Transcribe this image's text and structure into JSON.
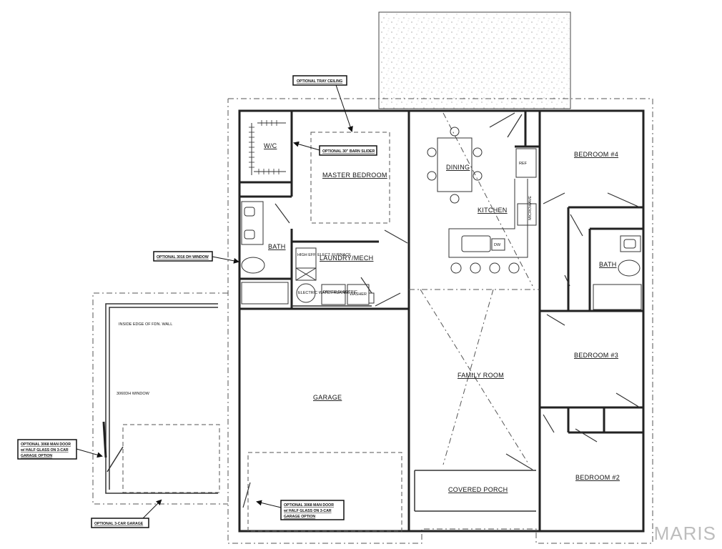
{
  "rooms": {
    "wic": "W/C",
    "master_bedroom": "MASTER BEDROOM",
    "bath_master": "BATH",
    "laundry": "LAUNDRY/MECH",
    "dining": "DINING",
    "kitchen": "KITCHEN",
    "bedroom4": "BEDROOM #4",
    "bath_hall": "BATH",
    "bedroom3": "BEDROOM #3",
    "family_room": "FAMILY ROOM",
    "garage": "GARAGE",
    "covered_porch": "COVERED PORCH",
    "bedroom2": "BEDROOM #2"
  },
  "fixtures": {
    "furnace": "HIGH EFF. ELECT. FURNACE",
    "water_heater": "ELECTRIC WATER HEATER",
    "dryer": "DRYER ELECTRIC",
    "washer": "WASHER",
    "ref": "REF",
    "dw": "DW",
    "microwave": "MICROWAVE",
    "edge_of_fdn": "INSIDE EDGE OF FDN. WALL",
    "window_3060": "3060DH WINDOW"
  },
  "callouts": {
    "tray_ceiling": "OPTIONAL TRAY CEILING",
    "barn_slider": "OPTIONAL 30\" BARN SLIDER",
    "dh_window": "OPTIONAL 3016 DH WINDOW",
    "man_door_left_1": "OPTIONAL 3068 MAN DOOR",
    "man_door_left_2": "w/ HALF GLASS ON 3-CAR",
    "man_door_left_3": "GARAGE OPTION",
    "man_door_right_1": "OPTIONAL 3068 MAN DOOR",
    "man_door_right_2": "w/ HALF GLASS ON 3-CAR",
    "man_door_right_3": "GARAGE OPTION",
    "three_car": "OPTIONAL 3-CAR GARAGE"
  },
  "watermark": "MARIS"
}
